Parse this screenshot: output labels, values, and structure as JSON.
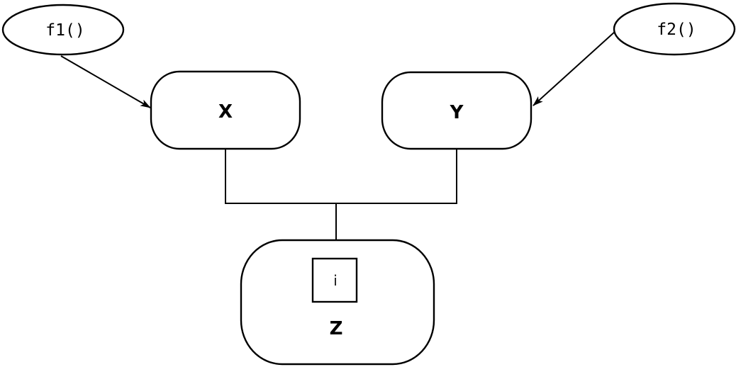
{
  "diagram": {
    "type": "dependency-graph",
    "colors": {
      "background": "#ffffff",
      "stroke": "#000000",
      "node_fill": "#ffffff",
      "index_fill": "#cacaca"
    },
    "nodes": {
      "f1": {
        "label": "f1()",
        "shape": "ellipse"
      },
      "f2": {
        "label": "f2()",
        "shape": "ellipse"
      },
      "x": {
        "label": "X",
        "shape": "rounded-rect"
      },
      "y": {
        "label": "Y",
        "shape": "rounded-rect"
      },
      "z": {
        "label": "Z",
        "shape": "rounded-rect",
        "index": "i"
      }
    },
    "edges": [
      {
        "from": "f1",
        "to": "x",
        "arrow": true
      },
      {
        "from": "f2",
        "to": "y",
        "arrow": true
      },
      {
        "from": "x",
        "to": "z",
        "arrow": true,
        "via": "junction"
      },
      {
        "from": "y",
        "to": "z",
        "arrow": true,
        "via": "junction"
      }
    ]
  }
}
